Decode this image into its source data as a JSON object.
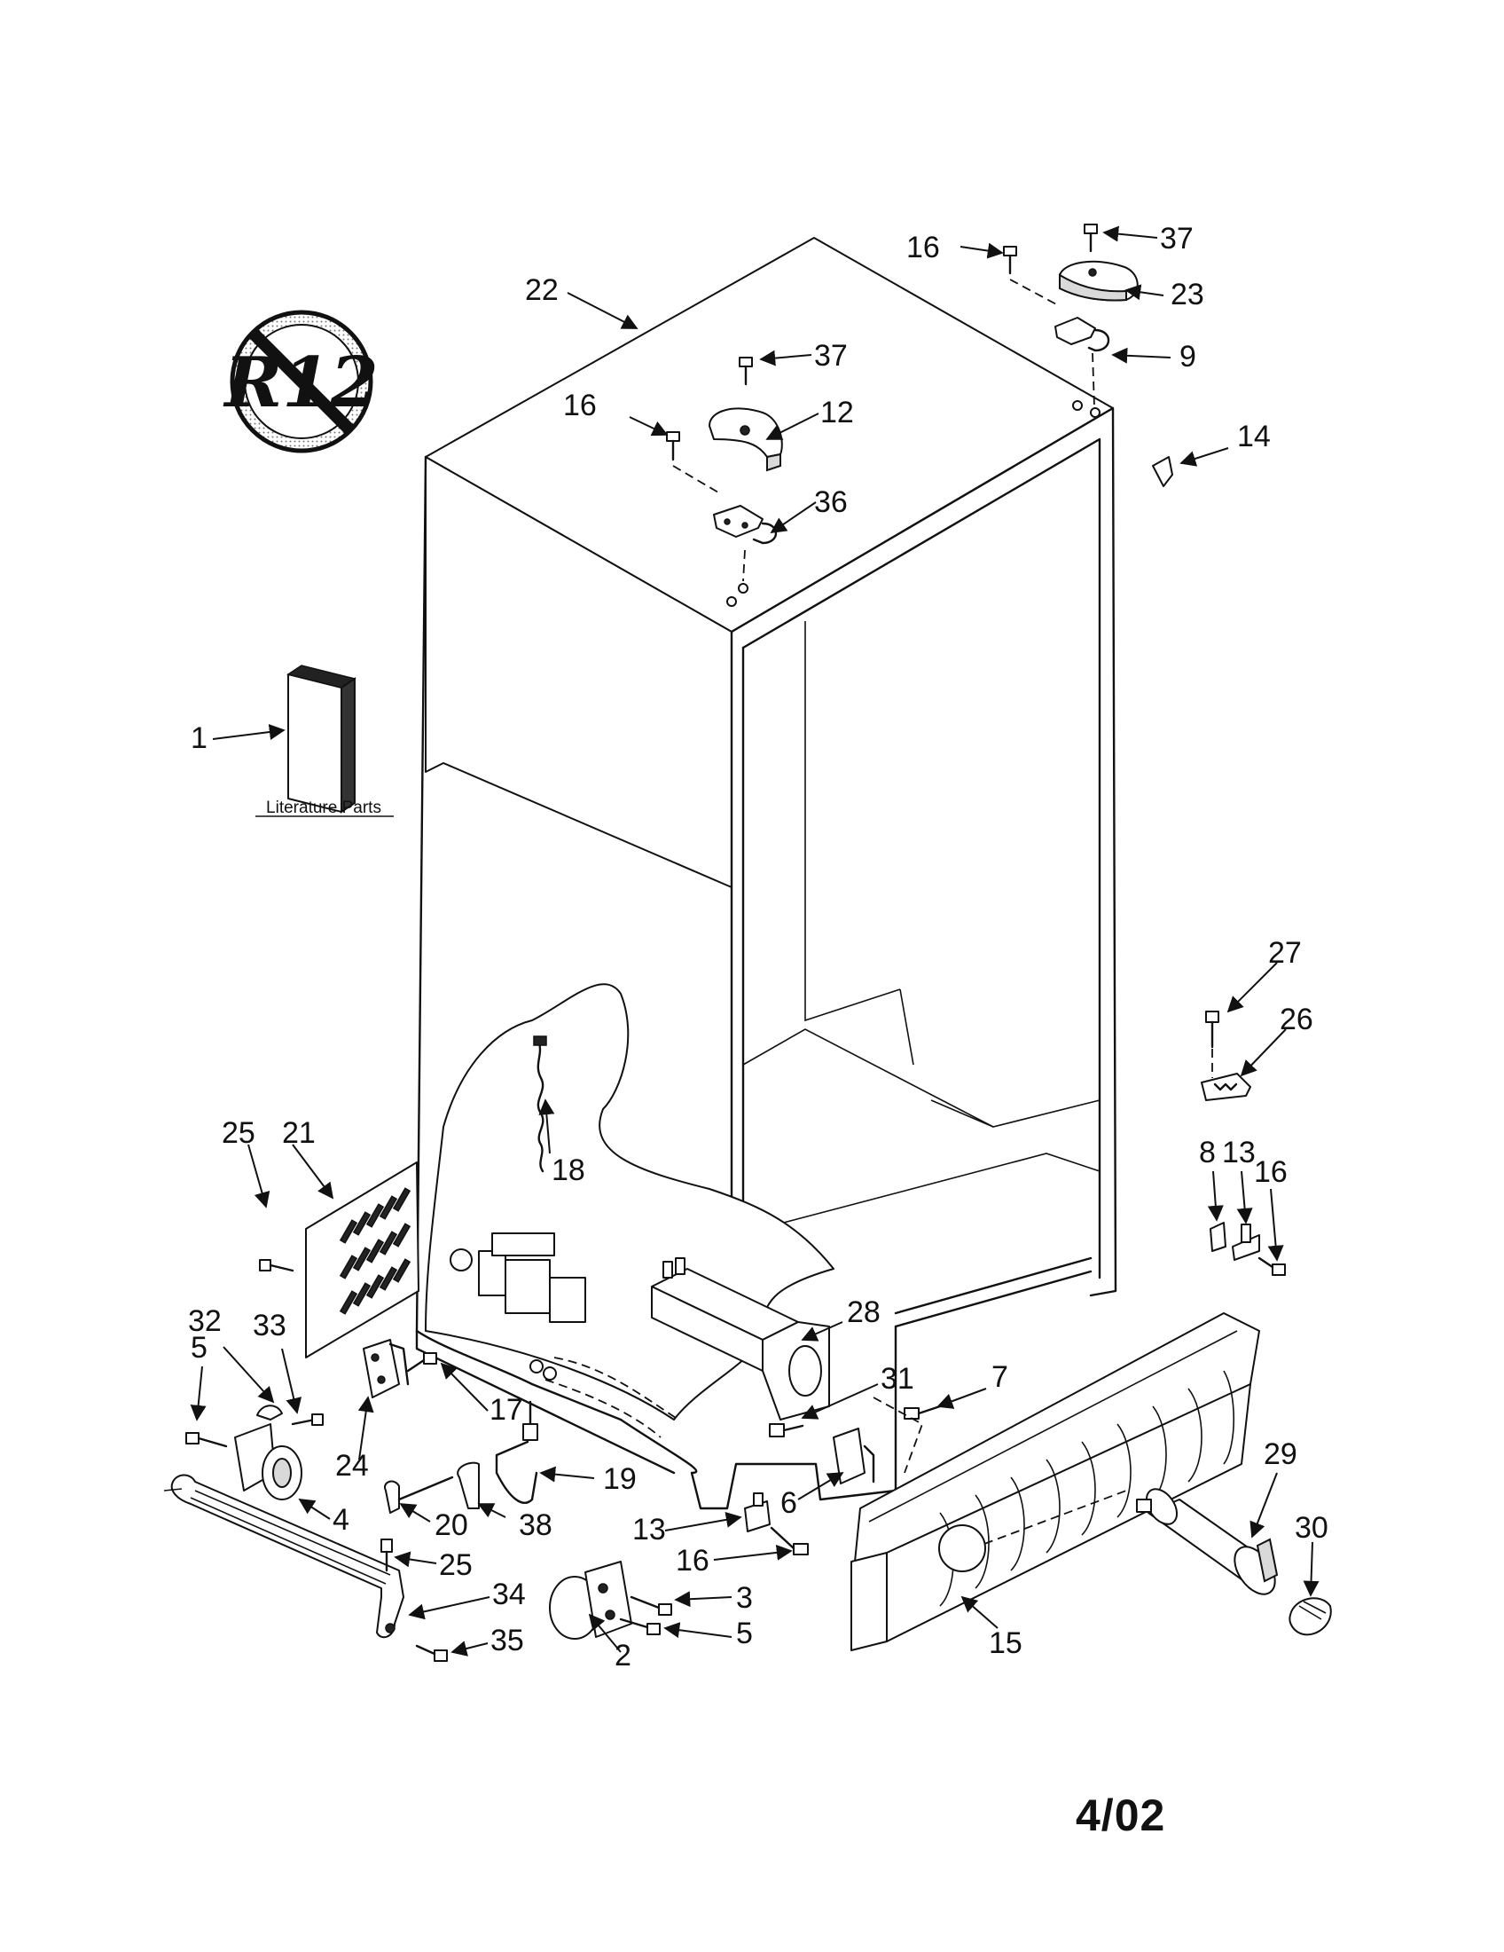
{
  "badge": {
    "text": "R12"
  },
  "literature": {
    "caption": "Literature Parts"
  },
  "callouts": [
    {
      "id": "c1",
      "label": "1"
    },
    {
      "id": "c2",
      "label": "2"
    },
    {
      "id": "c3",
      "label": "3"
    },
    {
      "id": "c4",
      "label": "4"
    },
    {
      "id": "c5a",
      "label": "5"
    },
    {
      "id": "c5b",
      "label": "5"
    },
    {
      "id": "c6",
      "label": "6"
    },
    {
      "id": "c7",
      "label": "7"
    },
    {
      "id": "c8",
      "label": "8"
    },
    {
      "id": "c9",
      "label": "9"
    },
    {
      "id": "c12",
      "label": "12"
    },
    {
      "id": "c13a",
      "label": "13"
    },
    {
      "id": "c13b",
      "label": "13"
    },
    {
      "id": "c14",
      "label": "14"
    },
    {
      "id": "c15",
      "label": "15"
    },
    {
      "id": "c16a",
      "label": "16"
    },
    {
      "id": "c16b",
      "label": "16"
    },
    {
      "id": "c16c",
      "label": "16"
    },
    {
      "id": "c16d",
      "label": "16"
    },
    {
      "id": "c17",
      "label": "17"
    },
    {
      "id": "c18",
      "label": "18"
    },
    {
      "id": "c19",
      "label": "19"
    },
    {
      "id": "c20",
      "label": "20"
    },
    {
      "id": "c21",
      "label": "21"
    },
    {
      "id": "c22",
      "label": "22"
    },
    {
      "id": "c23",
      "label": "23"
    },
    {
      "id": "c24",
      "label": "24"
    },
    {
      "id": "c25a",
      "label": "25"
    },
    {
      "id": "c25b",
      "label": "25"
    },
    {
      "id": "c26",
      "label": "26"
    },
    {
      "id": "c27",
      "label": "27"
    },
    {
      "id": "c28",
      "label": "28"
    },
    {
      "id": "c29",
      "label": "29"
    },
    {
      "id": "c30",
      "label": "30"
    },
    {
      "id": "c31",
      "label": "31"
    },
    {
      "id": "c32",
      "label": "32"
    },
    {
      "id": "c33",
      "label": "33"
    },
    {
      "id": "c34",
      "label": "34"
    },
    {
      "id": "c35",
      "label": "35"
    },
    {
      "id": "c36",
      "label": "36"
    },
    {
      "id": "c37a",
      "label": "37"
    },
    {
      "id": "c37b",
      "label": "37"
    },
    {
      "id": "c38",
      "label": "38"
    }
  ],
  "date_stamp": "4/02"
}
